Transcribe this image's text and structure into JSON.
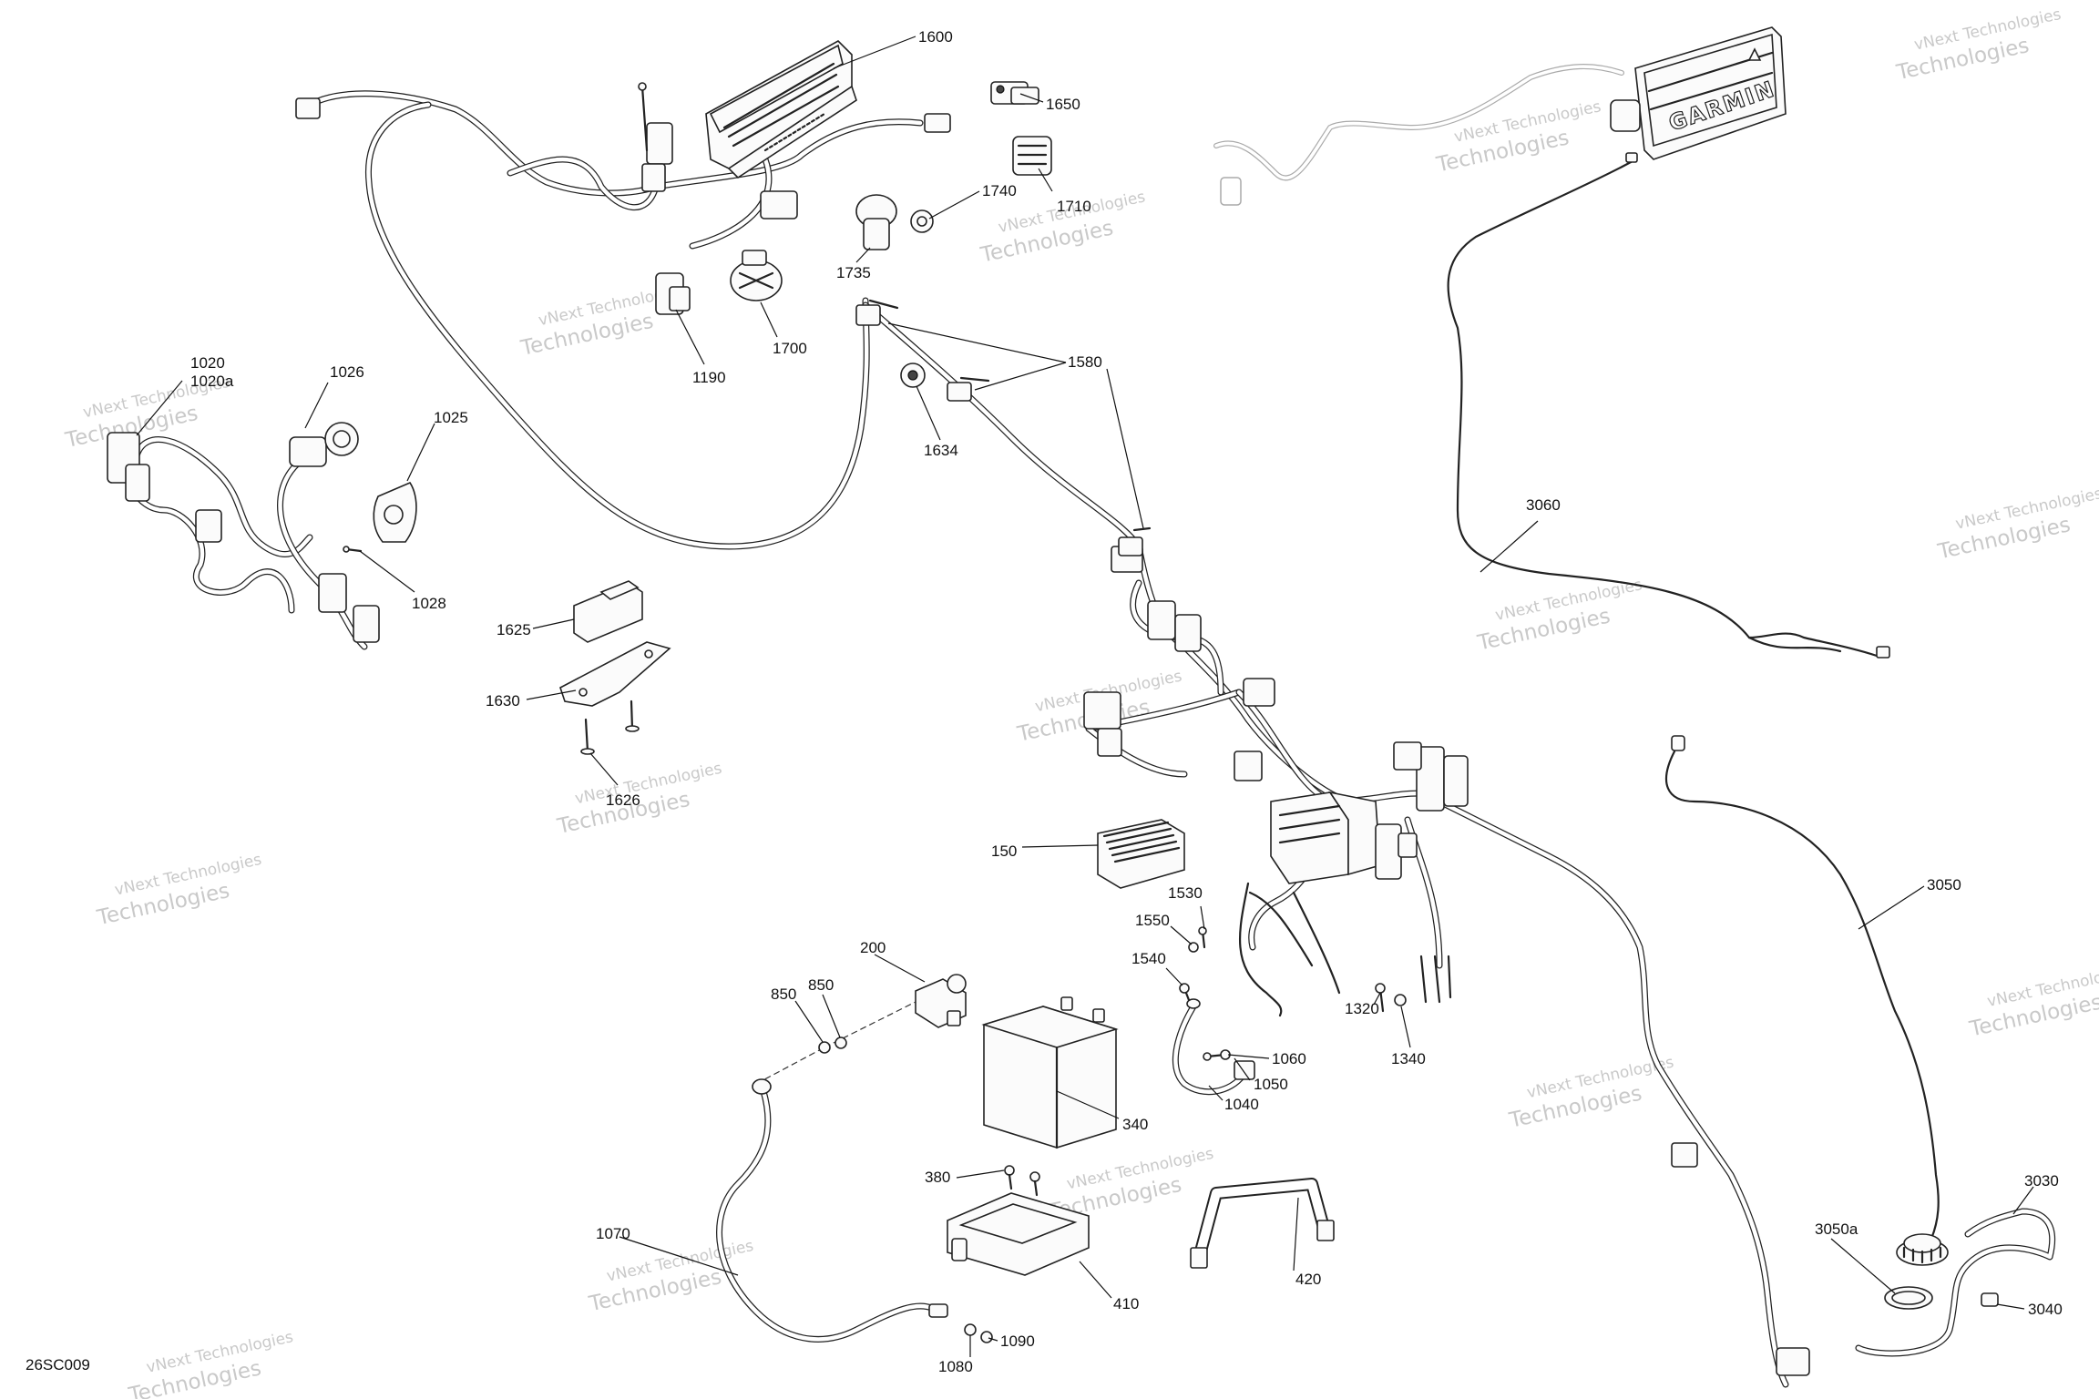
{
  "diagram_code": "26SC009",
  "brand_text": "GARMIN",
  "watermark": {
    "line1": "vNext Technologies",
    "line2": "Technologies"
  },
  "callouts": {
    "p1600": "1600",
    "p1650": "1650",
    "p1740": "1740",
    "p1710": "1710",
    "p1735": "1735",
    "p1190": "1190",
    "p1700": "1700",
    "p1580": "1580",
    "p1634": "1634",
    "p1020": "1020",
    "p1020a": "1020a",
    "p1026": "1026",
    "p1025": "1025",
    "p1028": "1028",
    "p1625": "1625",
    "p1630": "1630",
    "p1626": "1626",
    "p3060": "3060",
    "p150": "150",
    "p1530": "1530",
    "p1550": "1550",
    "p1540": "1540",
    "p200": "200",
    "p850a": "850",
    "p850b": "850",
    "p1060": "1060",
    "p1050": "1050",
    "p1040": "1040",
    "p340": "340",
    "p1320": "1320",
    "p1340": "1340",
    "p3050": "3050",
    "p380": "380",
    "p1070": "1070",
    "p410": "410",
    "p420": "420",
    "p3030": "3030",
    "p3050a": "3050a",
    "p3040": "3040",
    "p1090": "1090",
    "p1080": "1080"
  }
}
